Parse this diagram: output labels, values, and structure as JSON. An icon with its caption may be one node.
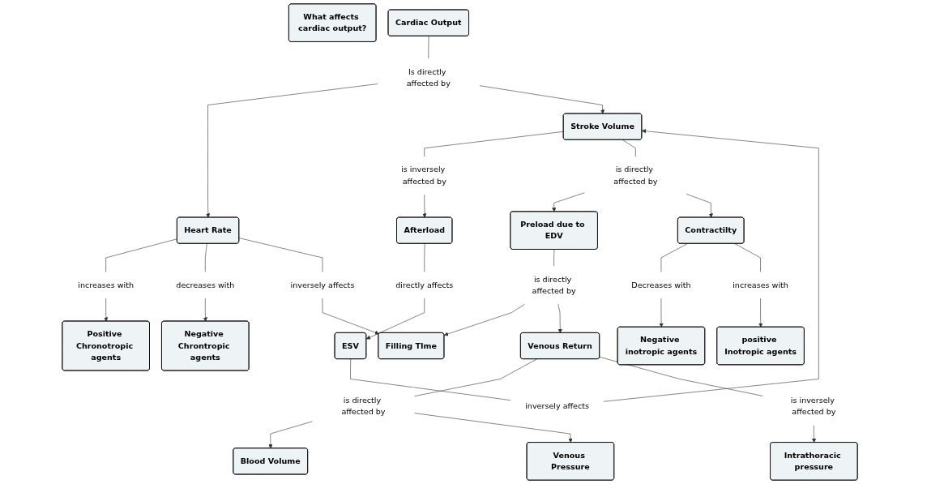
{
  "diagram": {
    "nodes": [
      {
        "text": [
          "What affects cardiac output?"
        ]
      },
      {
        "text": [
          "Cardiac Output"
        ]
      },
      {
        "text": [
          "Is directly affected by"
        ]
      },
      {
        "text": [
          "Heart Rate"
        ]
      },
      {
        "text": [
          "Stroke Volume"
        ]
      },
      {
        "text": [
          "ESV"
        ]
      },
      {
        "text": [
          "inversely affects"
        ]
      },
      {
        "text": [
          "directly affects"
        ]
      },
      {
        "text": [
          "Afterload"
        ]
      },
      {
        "text": [
          "is inversely affected by"
        ]
      },
      {
        "text": [
          "increases with"
        ]
      },
      {
        "text": [
          "decreases with"
        ]
      },
      {
        "text": [
          "inversely affects"
        ]
      },
      {
        "text": [
          "Positive Chronotropic agents"
        ]
      },
      {
        "text": [
          "Negative Chrontropic agents"
        ]
      },
      {
        "text": [
          "Filling TIme"
        ]
      },
      {
        "text": [
          "is directly affected by"
        ]
      },
      {
        "text": [
          "Preload due to EDV"
        ]
      },
      {
        "text": [
          "Contractilty"
        ]
      },
      {
        "text": [
          "is directly affected by"
        ]
      },
      {
        "text": [
          "Venous Return"
        ]
      },
      {
        "text": [
          "Decreases with"
        ]
      },
      {
        "text": [
          "increases with"
        ]
      },
      {
        "text": [
          "Negative inotropic agents"
        ]
      },
      {
        "text": [
          "positive Inotropic agents"
        ]
      },
      {
        "text": [
          "is directly affected by"
        ]
      },
      {
        "text": [
          "is inversely affected by"
        ]
      },
      {
        "text": [
          "Blood Volume"
        ]
      },
      {
        "text": [
          "Venous Pressure"
        ]
      },
      {
        "text": [
          "Intrathoracic pressure"
        ]
      }
    ],
    "edges": [
      {
        "from": 1,
        "to": 2,
        "arrow": "none"
      },
      {
        "from": 2,
        "to": 3,
        "arrow": "to"
      },
      {
        "from": 2,
        "to": 4,
        "arrow": "to"
      },
      {
        "from": 5,
        "to": 6,
        "arrow": "none"
      },
      {
        "from": 6,
        "to": 4,
        "arrow": "to"
      },
      {
        "from": 8,
        "to": 7,
        "arrow": "none"
      },
      {
        "from": 7,
        "to": 5,
        "arrow": "to"
      },
      {
        "from": 4,
        "to": 9,
        "arrow": "none"
      },
      {
        "from": 9,
        "to": 8,
        "arrow": "to"
      },
      {
        "from": 3,
        "to": 10,
        "arrow": "none"
      },
      {
        "from": 10,
        "to": 13,
        "arrow": "to"
      },
      {
        "from": 3,
        "to": 11,
        "arrow": "none"
      },
      {
        "from": 11,
        "to": 14,
        "arrow": "to"
      },
      {
        "from": 3,
        "to": 12,
        "arrow": "none"
      },
      {
        "from": 12,
        "to": 15,
        "arrow": "to"
      },
      {
        "from": 4,
        "to": 16,
        "arrow": "none"
      },
      {
        "from": 16,
        "to": 17,
        "arrow": "to"
      },
      {
        "from": 16,
        "to": 18,
        "arrow": "to"
      },
      {
        "from": 17,
        "to": 19,
        "arrow": "none"
      },
      {
        "from": 19,
        "to": 15,
        "arrow": "to"
      },
      {
        "from": 19,
        "to": 20,
        "arrow": "to"
      },
      {
        "from": 18,
        "to": 21,
        "arrow": "none"
      },
      {
        "from": 21,
        "to": 23,
        "arrow": "to"
      },
      {
        "from": 18,
        "to": 22,
        "arrow": "none"
      },
      {
        "from": 22,
        "to": 24,
        "arrow": "to"
      },
      {
        "from": 20,
        "to": 25,
        "arrow": "none"
      },
      {
        "from": 25,
        "to": 27,
        "arrow": "to"
      },
      {
        "from": 25,
        "to": 28,
        "arrow": "to"
      },
      {
        "from": 20,
        "to": 26,
        "arrow": "none"
      },
      {
        "from": 26,
        "to": 29,
        "arrow": "to"
      }
    ]
  }
}
